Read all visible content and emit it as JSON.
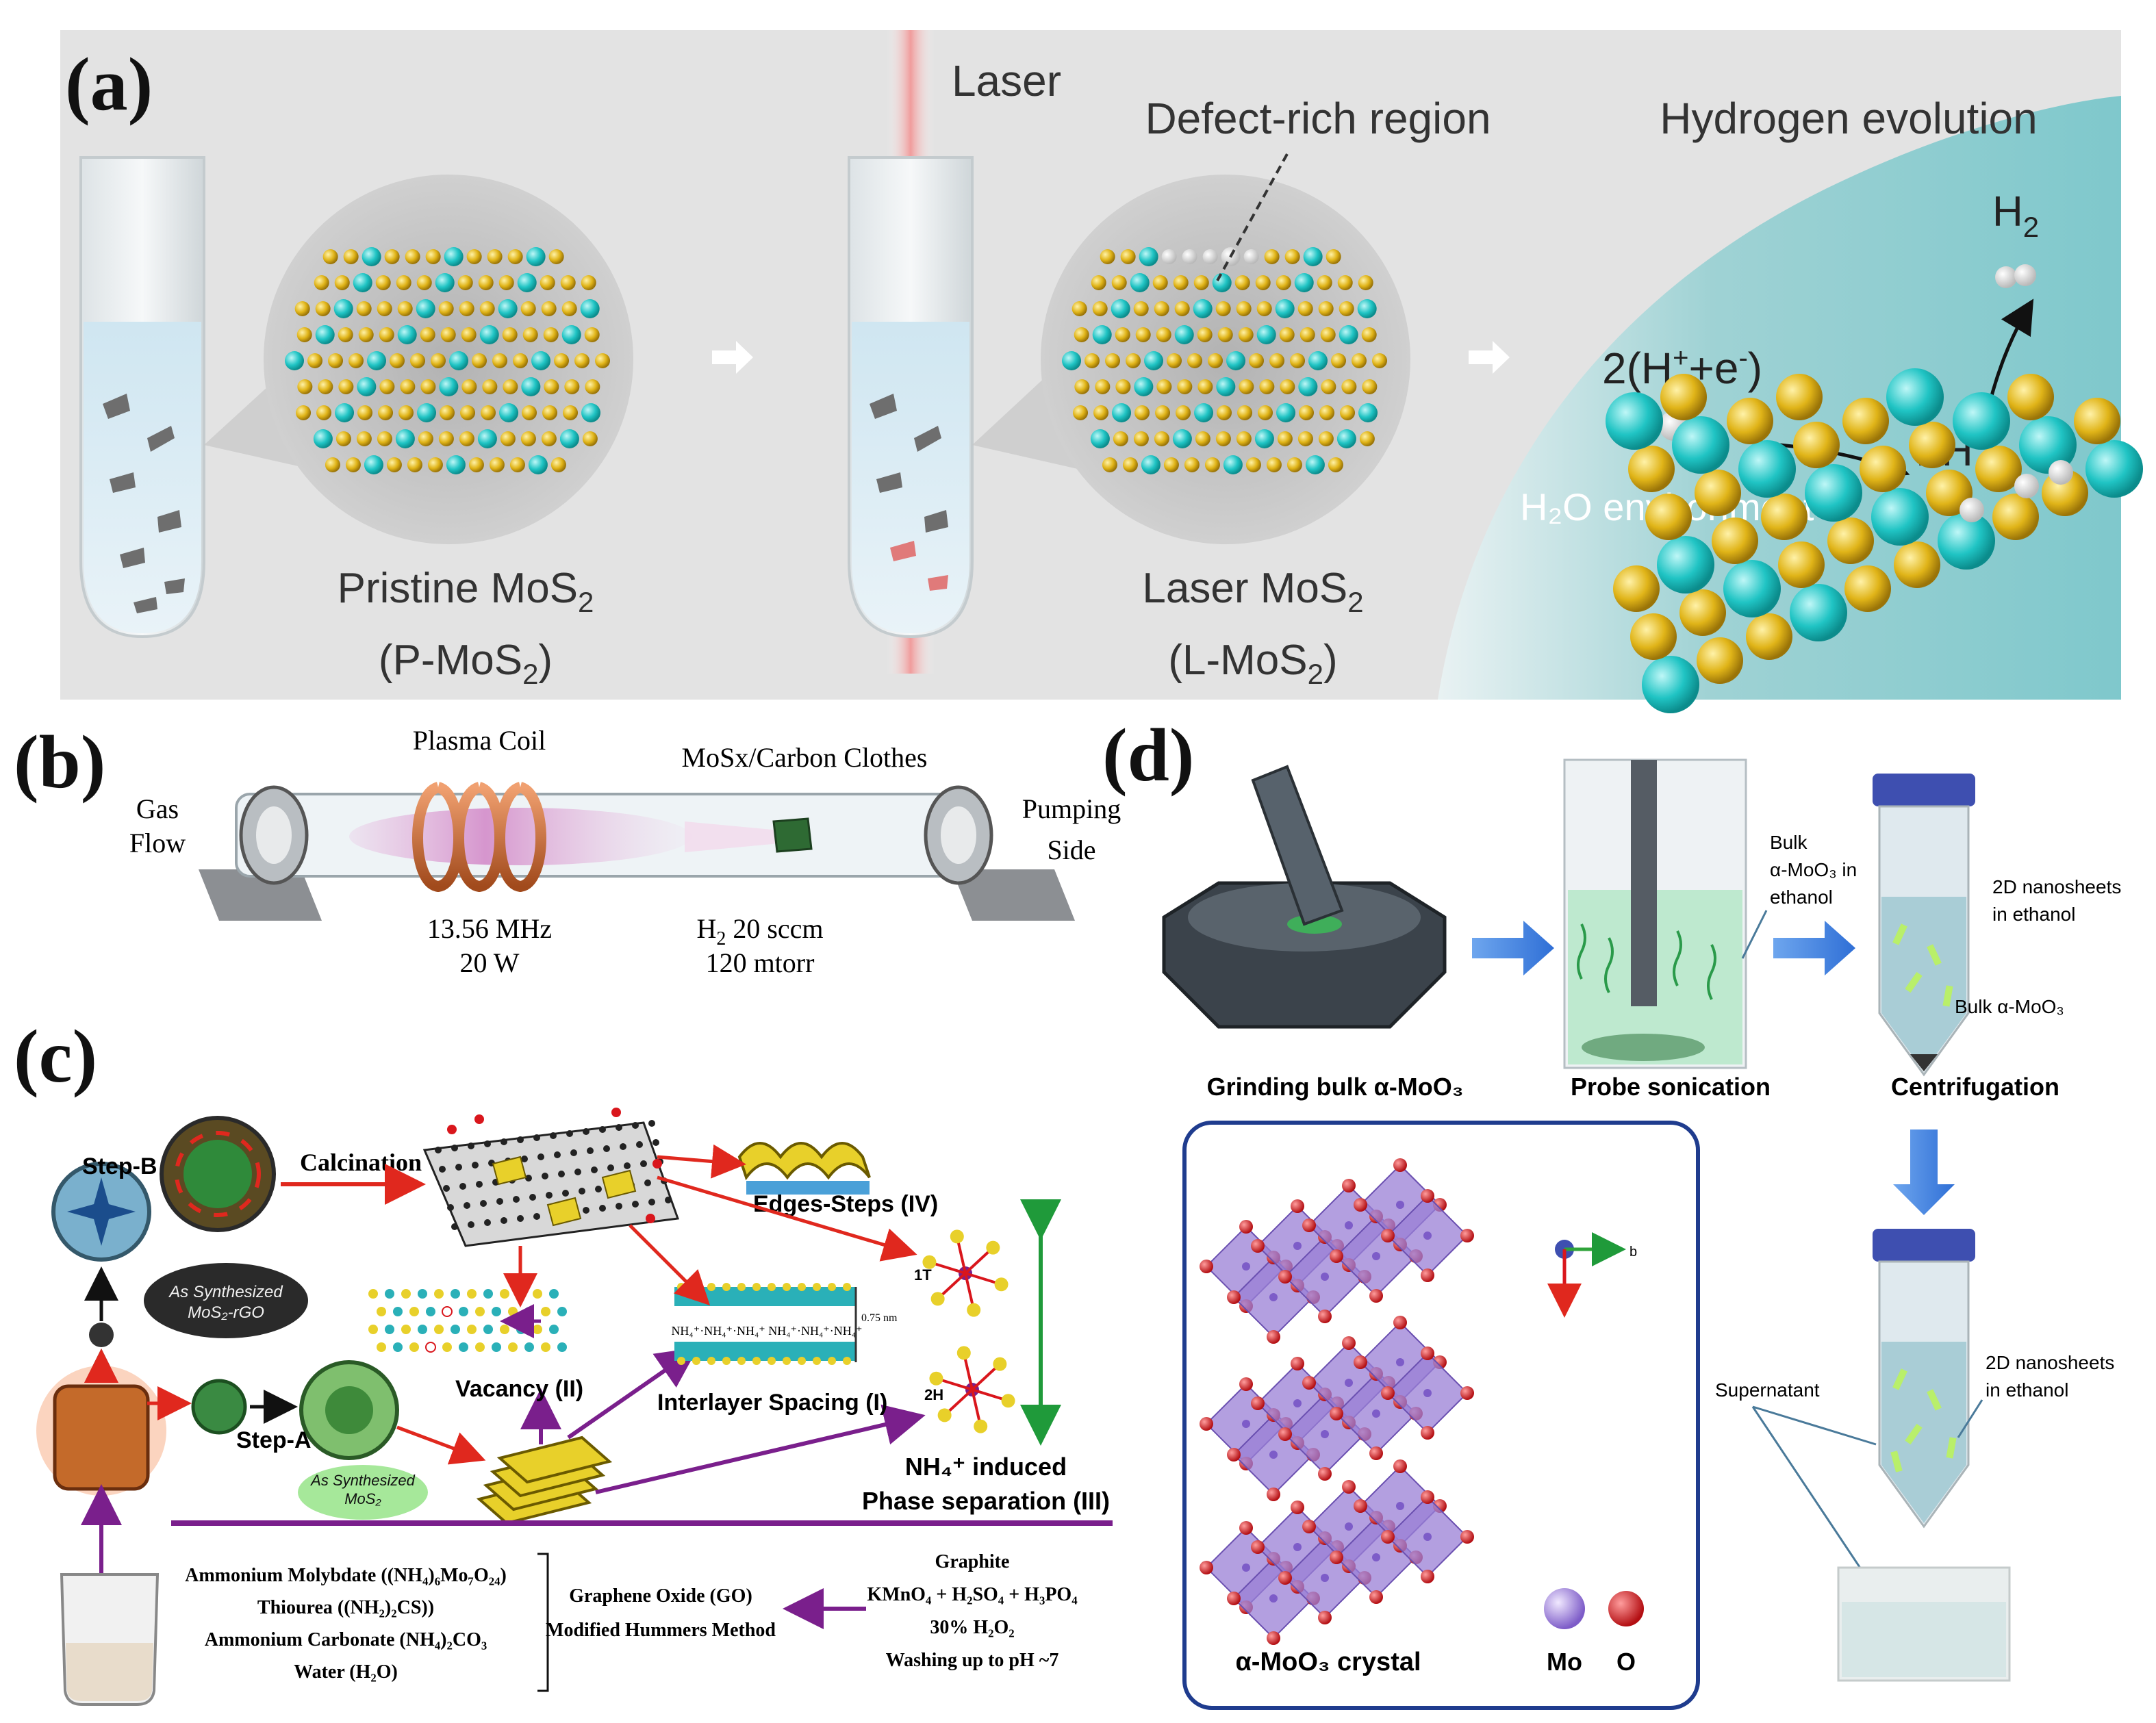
{
  "panel_a": {
    "label": "(a)",
    "laser": "Laser",
    "defect_region": "Defect-rich region",
    "hydrogen_evolution": "Hydrogen evolution",
    "h2_text": "H",
    "h2_sub": "2",
    "reactant_pre": "2(H",
    "reactant_sup1": "+",
    "reactant_mid": "+e",
    "reactant_sup2": "-",
    "reactant_post": ")",
    "adsorbed": "2H",
    "adsorbed_sup": "*",
    "environment": "H₂O  environment",
    "pristine_line1_pre": "Pristine MoS",
    "pristine_line1_sub": "2",
    "pristine_line2_pre": "(P-MoS",
    "pristine_line2_sub": "2",
    "pristine_line2_post": ")",
    "laser_line1_pre": "Laser MoS",
    "laser_line1_sub": "2",
    "laser_line2_pre": "(L-MoS",
    "laser_line2_sub": "2",
    "laser_line2_post": ")"
  },
  "panel_b": {
    "label": "(b)",
    "gas_flow_1": "Gas",
    "gas_flow_2": "Flow",
    "plasma_coil": "Plasma Coil",
    "mosx_label": "MoSx/Carbon Clothes",
    "pumping_1": "Pumping",
    "pumping_2": "Side",
    "freq": "13.56 MHz",
    "power": "20 W",
    "h2_flow_pre": "H",
    "h2_flow_sub": "2",
    "h2_flow_post": " 20 sccm",
    "pressure": "120 mtorr"
  },
  "panel_c": {
    "label": "(c)",
    "step_b": "Step-B",
    "step_a": "Step-A",
    "calcination": "Calcination",
    "edges_steps": "Edges-Steps (IV)",
    "as_synth_rgo_1": "As Synthesized",
    "as_synth_rgo_2": "MoS₂-rGO",
    "as_synth_mos2_1": "As Synthesized",
    "as_synth_mos2_2": "MoS₂",
    "vacancy": "Vacancy (II)",
    "interlayer": "Interlayer Spacing (I)",
    "phase_1t": "1T",
    "phase_2h": "2H",
    "spacing": "0.75 nm",
    "nh4_induced": "NH₄⁺ induced",
    "phase_sep": "Phase separation (III)",
    "reagents": [
      "Ammonium Molybdate ((NH₄)₆Mo₇O₂₄)",
      "Thiourea ((NH₂)₂CS))",
      "Ammonium Carbonate (NH₄)₂CO₃",
      "Water (H₂O)"
    ],
    "go_1": "Graphene Oxide (GO)",
    "go_2": "Modified Hummers Method",
    "graphite": [
      "Graphite",
      "KMnO₄ + H₂SO₄ + H₃PO₄",
      "30% H₂O₂",
      "Washing up to pH ~7"
    ]
  },
  "panel_d": {
    "label": "(d)",
    "grinding": "Grinding bulk α-MoO₃",
    "probe": "Probe sonication",
    "centrifugation": "Centrifugation",
    "bulk_ethanol_1": "Bulk",
    "bulk_ethanol_2": "α-MoO₃ in",
    "bulk_ethanol_3": "ethanol",
    "nanosheets_1": "2D nanosheets",
    "nanosheets_2": "in ethanol",
    "bulk_moo3": "Bulk α-MoO₃",
    "supernatant": "Supernatant",
    "crystal": "α-MoO₃ crystal",
    "mo": "Mo",
    "o": "O",
    "axis_b": "b"
  },
  "colors": {
    "mo_atom": "#20c4c4",
    "s_atom": "#e0b418",
    "arrow_red": "#e0281e",
    "arrow_purple": "#7a1f8c",
    "arrow_blue": "#2f6fd6",
    "crystal_purple": "#9a7fd6",
    "o_red": "#d9161c"
  }
}
